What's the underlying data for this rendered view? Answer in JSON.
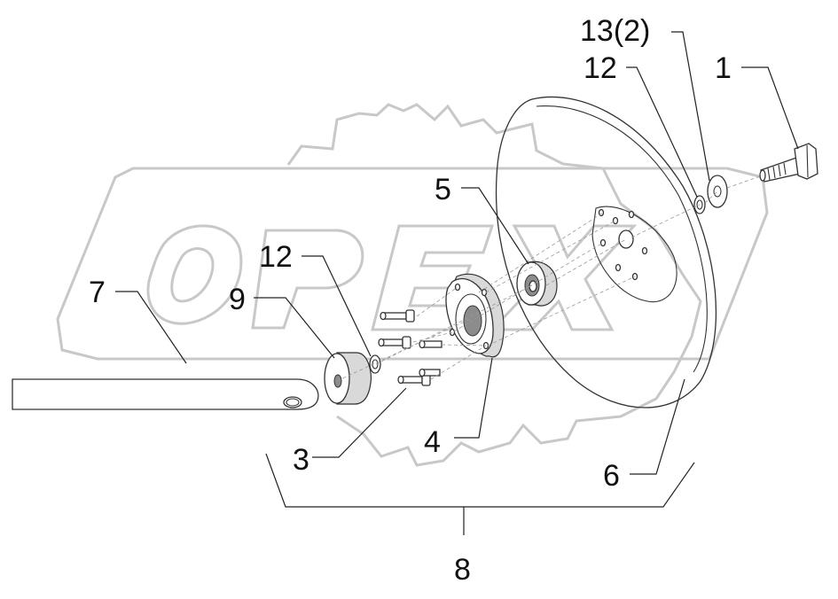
{
  "diagram": {
    "callouts": {
      "c1": "1",
      "c13": "13(2)",
      "c12a": "12",
      "c5": "5",
      "c12b": "12",
      "c7": "7",
      "c9": "9",
      "c3": "3",
      "c4": "4",
      "c6": "6",
      "c8": "8"
    },
    "watermark_text": "OPEX"
  }
}
